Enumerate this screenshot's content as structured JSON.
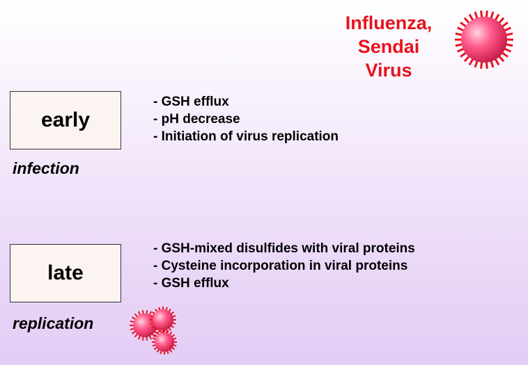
{
  "title": {
    "lines": [
      "Influenza,",
      "Sendai",
      "Virus"
    ]
  },
  "colors": {
    "title": "#e8121d",
    "virus_fill": "#ff5a8a",
    "virus_spikes": "#e8121d",
    "box_fill": "#fbf4f0"
  },
  "stages": [
    {
      "box_label": "early",
      "caption": "infection",
      "items": [
        "- GSH efflux",
        "- pH decrease",
        "- Initiation of virus replication"
      ]
    },
    {
      "box_label": "late",
      "caption": "replication",
      "items": [
        "- GSH-mixed disulfides with viral proteins",
        "- Cysteine incorporation in viral proteins",
        "- GSH efflux"
      ]
    }
  ],
  "icons": {
    "single_virus": "virus-icon",
    "cluster": "virus-cluster-icon"
  }
}
